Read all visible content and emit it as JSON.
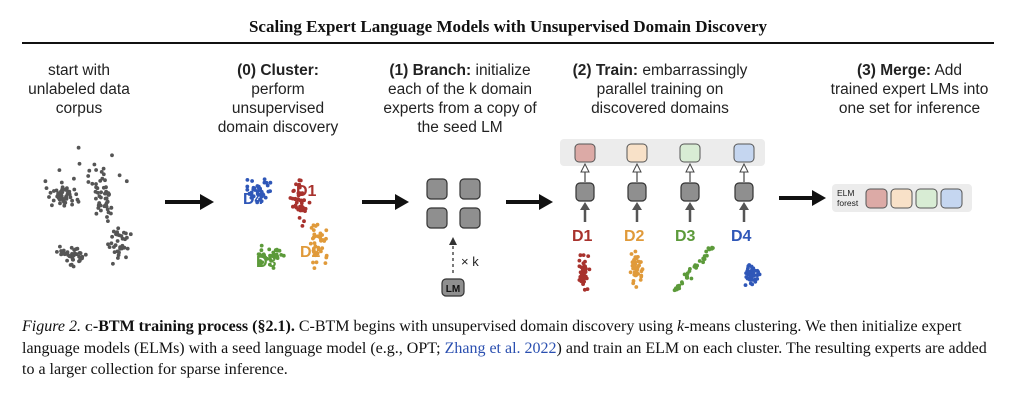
{
  "header": {
    "title": "Scaling Expert Language Models with Unsupervised Domain Discovery"
  },
  "stages": {
    "start": {
      "lines": [
        "start with",
        "unlabeled data",
        "corpus"
      ]
    },
    "cluster": {
      "bold": "(0) Cluster:",
      "lines": [
        "perform",
        "unsupervised",
        "domain discovery"
      ]
    },
    "branch": {
      "bold": "(1) Branch:",
      "first_rest": " initialize",
      "lines": [
        "each of the k domain",
        "experts from a copy of",
        "the seed LM"
      ]
    },
    "train": {
      "bold": "(2) Train:",
      "first_rest": " embarrassingly",
      "lines": [
        "parallel training on",
        "discovered domains"
      ]
    },
    "merge": {
      "bold": "(3) Merge:",
      "first_rest": " Add",
      "lines": [
        "trained expert LMs into",
        "one set for inference"
      ]
    }
  },
  "figure": {
    "cluster_labels": [
      "D1",
      "D2",
      "D3",
      "D4"
    ],
    "train_labels": [
      "D1",
      "D2",
      "D3",
      "D4"
    ],
    "lm_label": "LM",
    "times_k": "× k",
    "elm_forest": [
      "ELM",
      "forest"
    ],
    "colors": {
      "D1": "#a8322d",
      "D2": "#e09a3a",
      "D3": "#5c9a3a",
      "D4": "#2f57b8",
      "gray_dots": "#555555",
      "block_fill": "#8f8f8f",
      "panel": "#ececec",
      "elm_D1": "#dcaaa6",
      "elm_D2": "#f8e1c8",
      "elm_D3": "#d8ecd4",
      "elm_D4": "#c5d6f0"
    }
  },
  "caption": {
    "fig_label": "Figure 2.",
    "title_prefix": "c-BTM",
    "title_suffix": " training process (§2.1).",
    "t1": " C-BTM begins with unsupervised domain discovery using ",
    "k": "k",
    "t2": "-means clustering. We then initialize expert language models (ELMs) with a seed language model (e.g., OPT; ",
    "ref": "Zhang et al. 2022",
    "t3": ") and train an ELM on each cluster. The resulting experts are added to a larger collection for sparse inference."
  }
}
